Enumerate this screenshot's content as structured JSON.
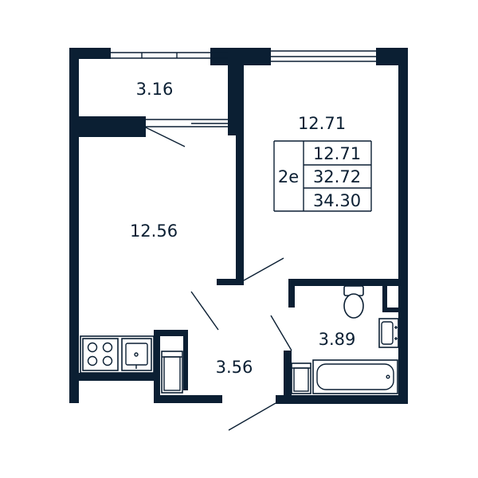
{
  "rooms": {
    "balcony": "3.16",
    "living_room": "12.71",
    "kitchen": "12.56",
    "hall": "3.56",
    "bathroom": "3.89"
  },
  "summary": {
    "rooms_code": "2e",
    "living_area": "12.71",
    "total_area": "32.72",
    "total_with_balcony": "34.30"
  },
  "colors": {
    "wall": "#0b1f33",
    "background": "#ffffff"
  },
  "icons": [
    "stove-icon",
    "kitchen-sink-icon",
    "toilet-icon",
    "washbasin-icon",
    "bathtub-icon",
    "washing-machine-icon",
    "cabinet-icon"
  ]
}
